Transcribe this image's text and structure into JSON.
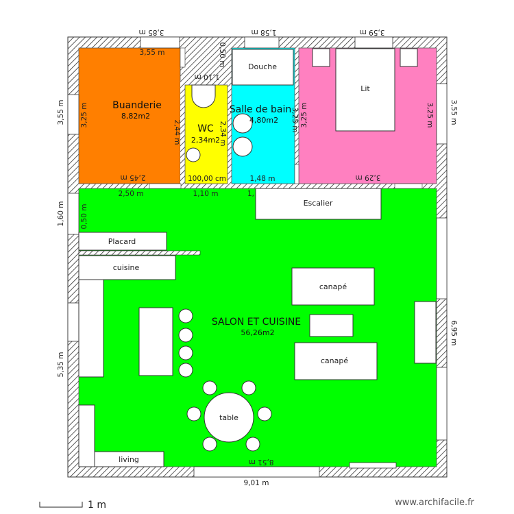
{
  "rooms": {
    "buanderie": {
      "name": "Buanderie",
      "area": "8,82m2",
      "color": "#ff7f00"
    },
    "wc": {
      "name": "WC",
      "area": "2,34m2",
      "color": "#ffff00"
    },
    "salle_de_bain": {
      "name": "Salle de bain",
      "area": "4,80m2",
      "color": "#00ffff"
    },
    "chambre": {
      "color": "#ff80c0"
    },
    "salon": {
      "name": "SALON ET CUISINE",
      "area": "56,26m2",
      "color": "#00ff00"
    }
  },
  "furniture": {
    "douche": "Douche",
    "lit": "Lit",
    "escalier": "Escalier",
    "placard": "Placard",
    "cuisine": "cuisine",
    "canape1": "canapé",
    "canape2": "canapé",
    "table": "table",
    "living": "living"
  },
  "dimensions": {
    "top_left": "3,85 m",
    "top_mid": "1,58 m",
    "top_right": "3,59 m",
    "buand_top_inner": "3,55 m",
    "buand_left": "3,25 m",
    "buand_bottom": "2,45 m",
    "buand_right": "2,44 m",
    "left_upper": "3,55 m",
    "left_mid": "1,60 m",
    "left_lower": "5,35 m",
    "salon_left_small": "0,50 m",
    "wc_top": "1,10 m",
    "wc_top2": "0,50 m",
    "wc_right": "2,34 m",
    "wc_bottom": "100,00 cm",
    "sdb_bottom": "1,48 m",
    "sdb_right": "3,25 m",
    "ch_left": "3,25 m",
    "ch_right": "3,25 m",
    "ch_bottom": "3,29 m",
    "right_upper": "3,55 m",
    "right_lower": "6,95 m",
    "salon_top1": "2,50 m",
    "salon_top2": "1,10 m",
    "salon_top3": "1,",
    "salon_bottom_inner": "8,51 m",
    "bottom_total": "9,01 m"
  },
  "scale": {
    "label": "1 m"
  },
  "watermark": "www.archifacile.fr"
}
